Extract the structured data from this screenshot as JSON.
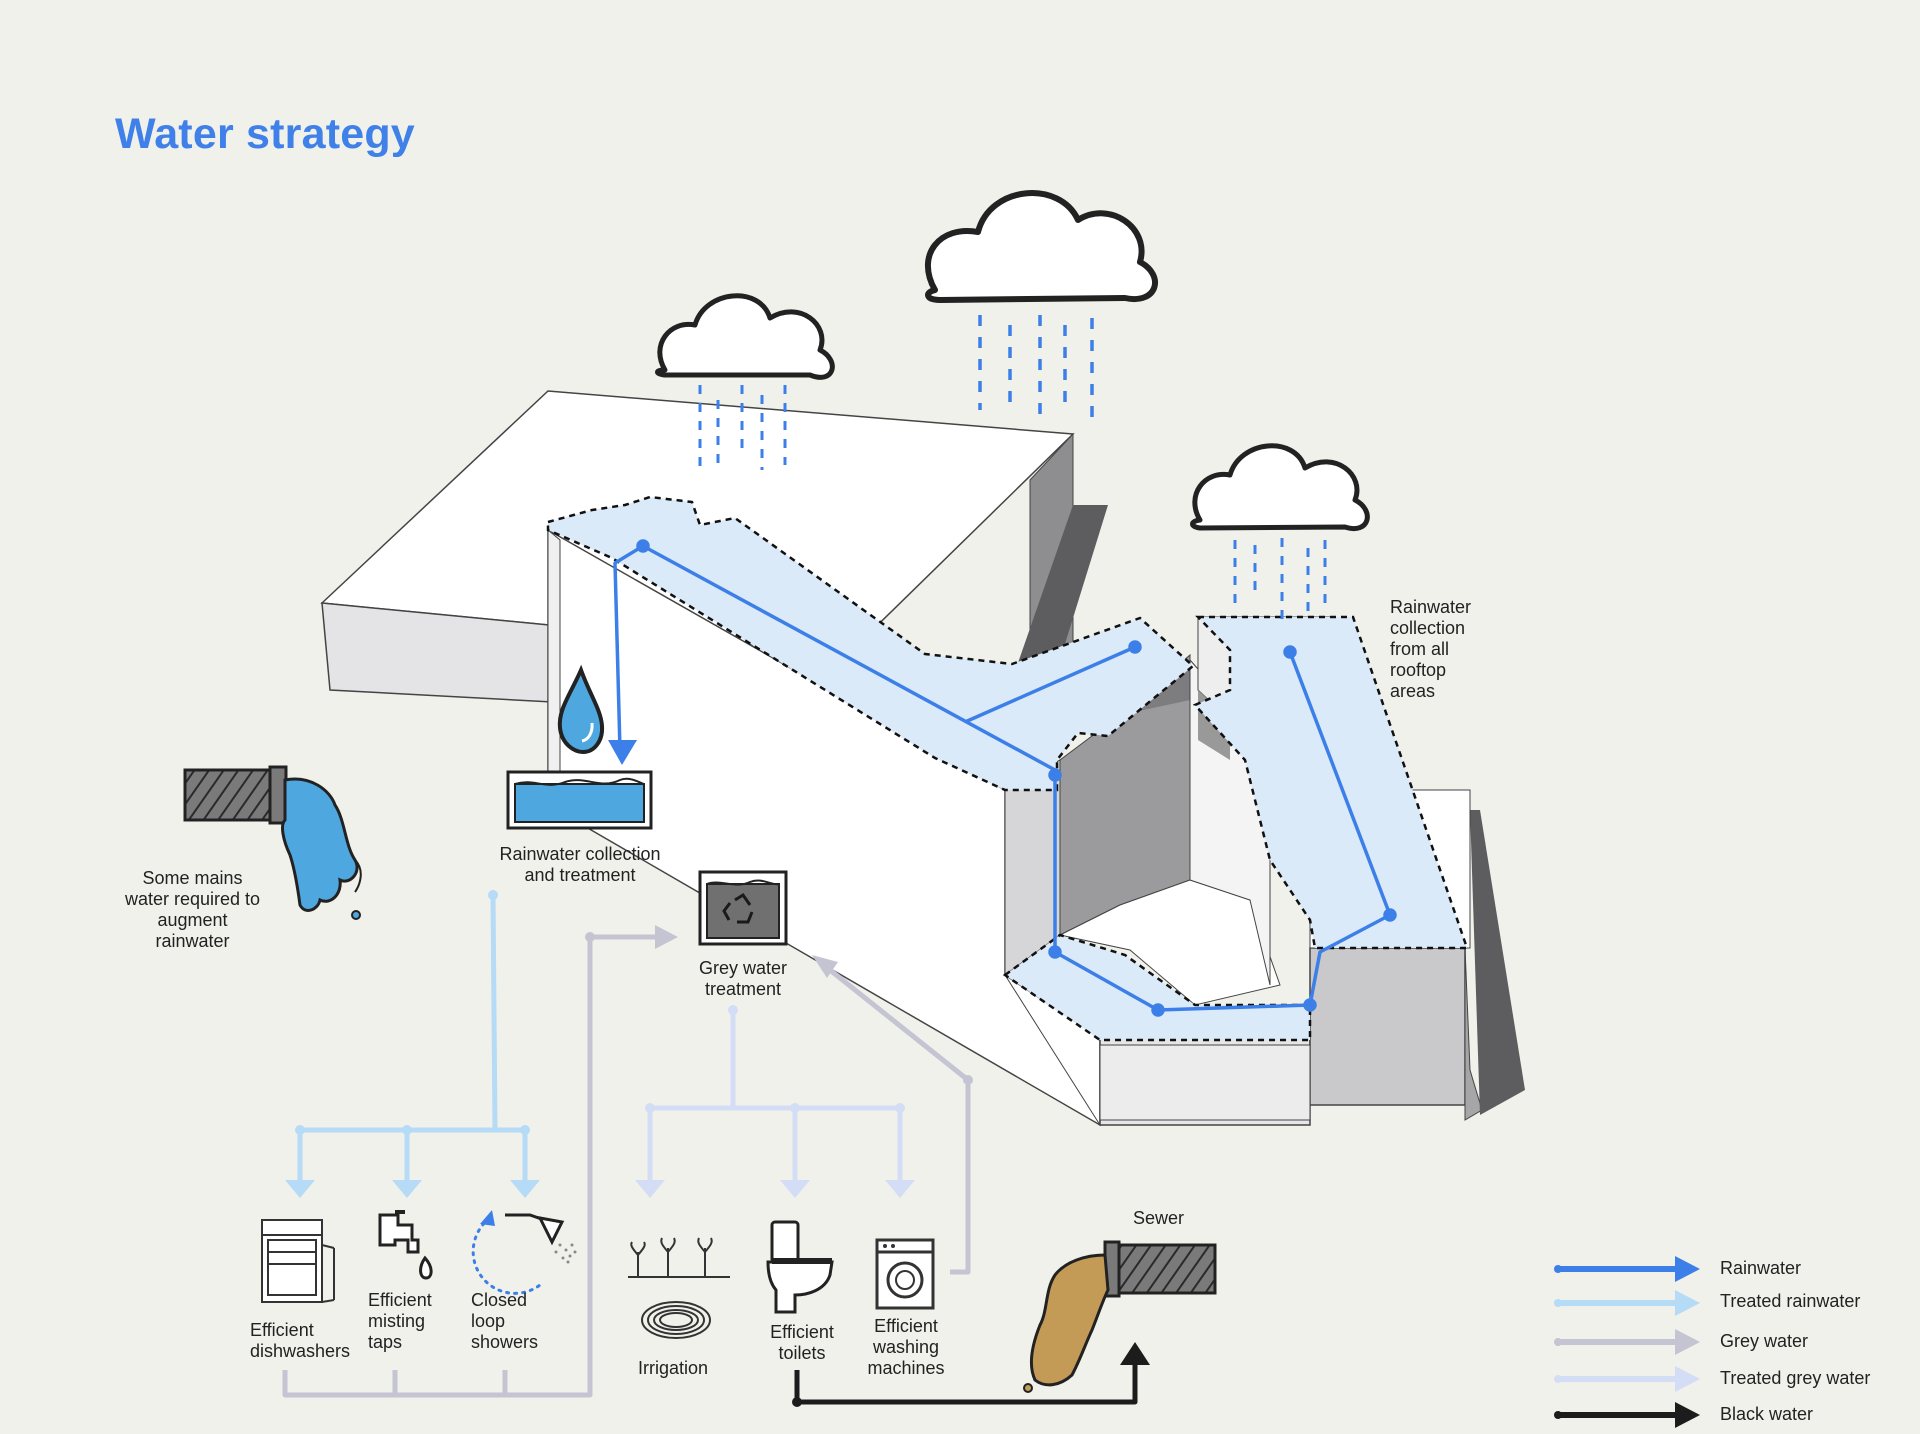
{
  "title": "Water strategy",
  "labels": {
    "rooftop": "Rainwater collection from all rooftop areas",
    "mains": "Some mains water required to augment rainwater",
    "rain_treatment": "Rainwater collection and treatment",
    "grey_treatment": "Grey water treatment",
    "sewer": "Sewer",
    "dishwashers": "Efficient dishwashers",
    "taps": "Efficient misting taps",
    "showers": "Closed loop showers",
    "irrigation": "Irrigation",
    "toilets": "Efficient toilets",
    "washing": "Efficient washing machines"
  },
  "legend": [
    {
      "label": "Rainwater",
      "color": "#3d7fe8"
    },
    {
      "label": "Treated rainwater",
      "color": "#b5dbf6"
    },
    {
      "label": "Grey water",
      "color": "#c5c4d3"
    },
    {
      "label": "Treated grey water",
      "color": "#d3ddf6"
    },
    {
      "label": "Black water",
      "color": "#1c1c1c"
    }
  ],
  "colors": {
    "rain": "#3d7fe8",
    "treated_rain": "#b5dbf6",
    "grey": "#c5c4d3",
    "treated_grey": "#d3ddf6",
    "black": "#1c1c1c",
    "roof_fill": "#dbeaf8",
    "water_fill": "#4fa7e0",
    "sewage": "#c49a57"
  },
  "icons": [
    "cloud-icon",
    "water-drop-icon",
    "water-tank-icon",
    "recycle-icon",
    "mains-pipe-icon",
    "sewer-pipe-icon",
    "dishwasher-icon",
    "tap-icon",
    "shower-icon",
    "plants-icon",
    "hose-icon",
    "toilet-icon",
    "washing-machine-icon"
  ]
}
